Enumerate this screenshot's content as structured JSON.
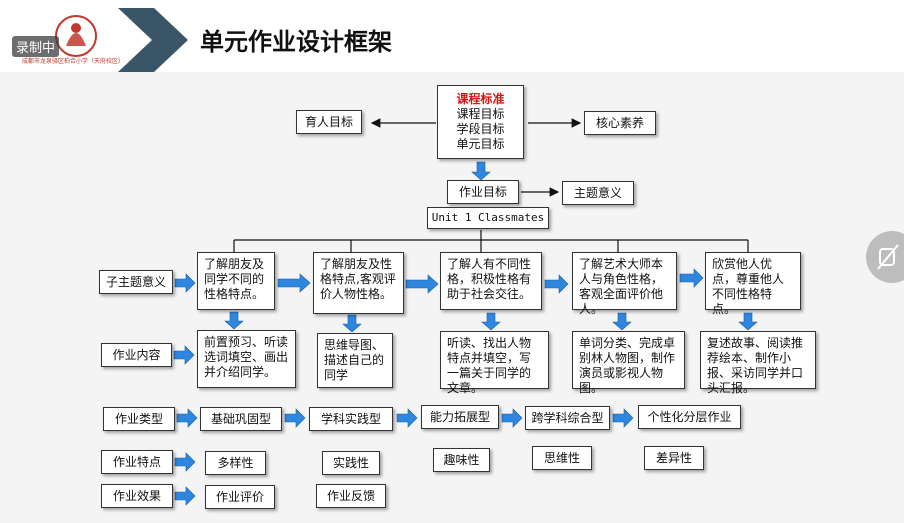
{
  "header": {
    "title": "单元作业设计框架",
    "recording_label": "录制中",
    "logo_caption": "成都市龙泉驿区柏合小学（天府校区）"
  },
  "top": {
    "standards_title": "课程标准",
    "standards_items": [
      "课程目标",
      "学段目标",
      "单元目标"
    ],
    "left_box": "育人目标",
    "right_box": "核心素养",
    "homework_goal": "作业目标",
    "theme_meaning": "主题意义",
    "unit": "Unit 1 Classmates"
  },
  "row_labels": {
    "sub_theme": "子主题意义",
    "content": "作业内容",
    "type": "作业类型",
    "feature": "作业特点",
    "effect": "作业效果"
  },
  "sub_themes": [
    "了解朋友及同学不同的性格特点。",
    "了解朋友及性格特点,客观评价人物性格。",
    "了解人有不同性格，积极性格有助于社会交往。",
    "了解艺术大师本人与角色性格，客观全面评价他人。",
    "欣赏他人优点，尊重他人不同性格特点。"
  ],
  "contents": [
    "前置预习、听读选词填空、画出并介绍同学。",
    "思维导图、描述自己的同学",
    "听读、找出人物特点并填空，写一篇关于同学的文章。",
    "单词分类、完成卓别林人物图，制作演员或影视人物图。",
    "复述故事、阅读推荐绘本、制作小报、采访同学并口头汇报。"
  ],
  "types": [
    "基础巩固型",
    "学科实践型",
    "能力拓展型",
    "跨学科综合型",
    "个性化分层作业"
  ],
  "features": [
    "多样性",
    "实践性",
    "趣味性",
    "思维性",
    "差异性"
  ],
  "effects": [
    "作业评价",
    "作业反馈"
  ],
  "colors": {
    "arrow_blue": "#2e86de",
    "title_red": "#d01818",
    "chevron": "#3a5568"
  }
}
